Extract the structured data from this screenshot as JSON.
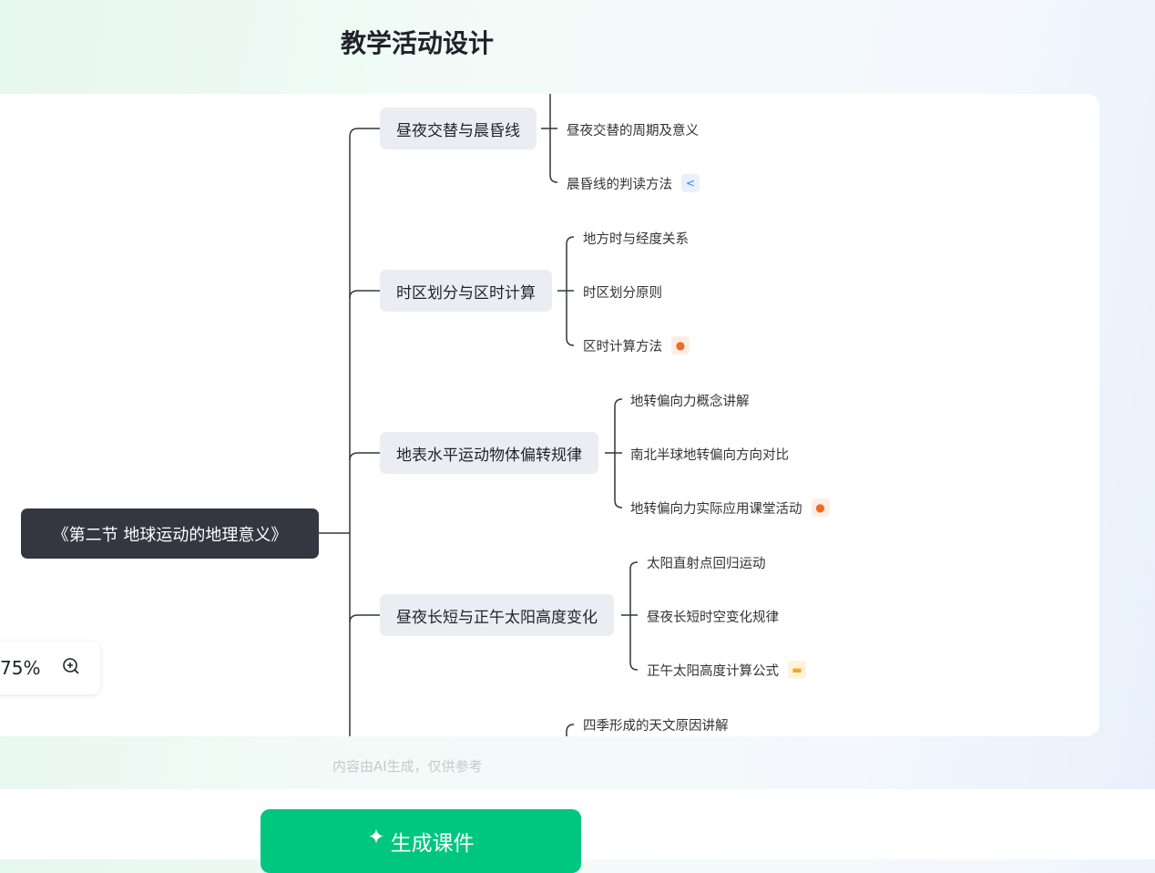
{
  "title": "教学活动设计",
  "mindmap": {
    "root": "《第二节 地球运动的地理意义》",
    "branches": [
      {
        "label": "昼夜交替与晨昏线",
        "children": [
          {
            "label": "昼夜交替的周期及意义"
          },
          {
            "label": "晨昏线的判读方法",
            "icon": "share-icon"
          }
        ]
      },
      {
        "label": "时区划分与区时计算",
        "children": [
          {
            "label": "地方时与经度关系"
          },
          {
            "label": "时区划分原则"
          },
          {
            "label": "区时计算方法",
            "icon": "activity-icon"
          }
        ]
      },
      {
        "label": "地表水平运动物体偏转规律",
        "children": [
          {
            "label": "地转偏向力概念讲解"
          },
          {
            "label": "南北半球地转偏向方向对比"
          },
          {
            "label": "地转偏向力实际应用课堂活动",
            "icon": "activity-icon"
          }
        ]
      },
      {
        "label": "昼夜长短与正午太阳高度变化",
        "children": [
          {
            "label": "太阳直射点回归运动"
          },
          {
            "label": "昼夜长短时空变化规律"
          },
          {
            "label": "正午太阳高度计算公式",
            "icon": "document-icon"
          }
        ]
      },
      {
        "label": "",
        "children": [
          {
            "label": "四季形成的天文原因讲解"
          }
        ]
      }
    ]
  },
  "zoom": {
    "level": "75%"
  },
  "disclaimer": "内容由AI生成，仅供参考",
  "generate_button": "生成课件",
  "colors": {
    "accent": "#00c77f",
    "root": "#343741",
    "branch": "#ecedf2"
  }
}
